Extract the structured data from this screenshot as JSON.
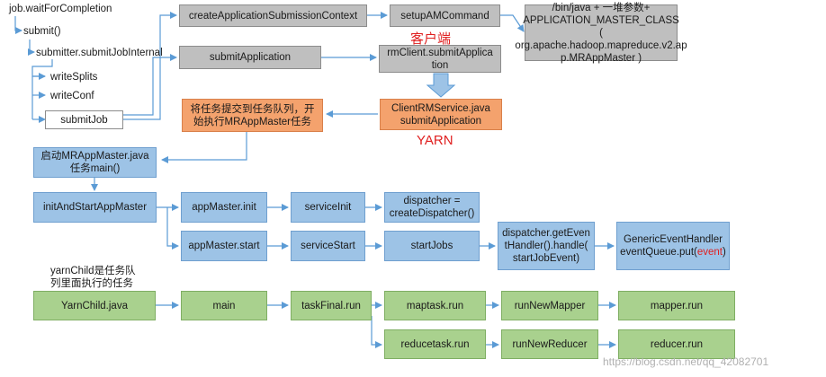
{
  "call_chain": {
    "wait": "job.waitForCompletion",
    "submit": "submit()",
    "submit_internal": "submitter.submitJobInternal",
    "write_splits": "writeSplits",
    "write_conf": "writeConf",
    "submit_job": "submitJob"
  },
  "client": {
    "create_context": "createApplicationSubmissionContext",
    "setup_am": "setupAMCommand",
    "command_line1": "/bin/java + 一堆参数+",
    "command_line2": "APPLICATION_MASTER_CLASS (",
    "command_line3": "org.apache.hadoop.mapreduce.v2.ap",
    "command_line4": "p.MRAppMaster )",
    "label": "客户端",
    "submit_application": "submitApplication",
    "rm_client_line1": "rmClient.submitApplica",
    "rm_client_line2": "tion"
  },
  "yarn": {
    "label": "YARN",
    "rm_service_line1": "ClientRMService.java",
    "rm_service_line2": "submitApplication",
    "queue_line1": "将任务提交到任务队列，开",
    "queue_line2": "始执行MRAppMaster任务"
  },
  "appmaster": {
    "start_line1": "启动MRAppMaster.java",
    "start_line2": "任务main()",
    "init_and_start": "initAndStartAppMaster",
    "init": "appMaster.init",
    "service_init": "serviceInit",
    "dispatcher_line1": "dispatcher =",
    "dispatcher_line2": "createDispatcher()",
    "start": "appMaster.start",
    "service_start": "serviceStart",
    "start_jobs": "startJobs",
    "handler_line1": "dispatcher.getEven",
    "handler_line2": "tHandler().handle(",
    "handler_line3": "startJobEvent)",
    "generic_line1": "GenericEventHandler",
    "generic_line2_prefix": "eventQueue.put(",
    "generic_line2_event": "event",
    "generic_line2_suffix": ")"
  },
  "yarnchild": {
    "note_line1": "yarnChild是任务队",
    "note_line2": "列里面执行的任务",
    "yarnchild": "YarnChild.java",
    "main": "main",
    "task_final": "taskFinal.run",
    "maptask": "maptask.run",
    "run_new_mapper": "runNewMapper",
    "mapper": "mapper.run",
    "reducetask": "reducetask.run",
    "run_new_reducer": "runNewReducer",
    "reducer": "reducer.run"
  },
  "watermark": "https://blog.csdn.net/qq_42082701",
  "colors": {
    "gray": "#bfbfbf",
    "blue": "#9dc3e6",
    "orange": "#f4a26d",
    "green": "#a9d18e",
    "connector": "#5b9bd5",
    "highlight_red": "#e02020"
  }
}
